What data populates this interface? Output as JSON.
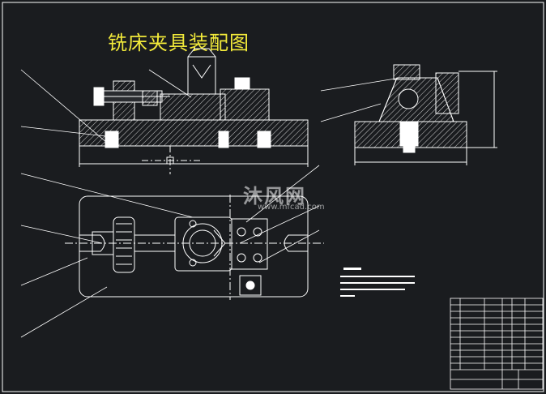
{
  "drawing": {
    "title": "铣床夹具装配图",
    "watermark_brand": "沐风网",
    "watermark_url": "www.mfcad.com"
  },
  "colors": {
    "background": "#1a1c1f",
    "lines": "#ffffff",
    "title": "#f2ea3a",
    "hatch": "#cfcfcf"
  }
}
